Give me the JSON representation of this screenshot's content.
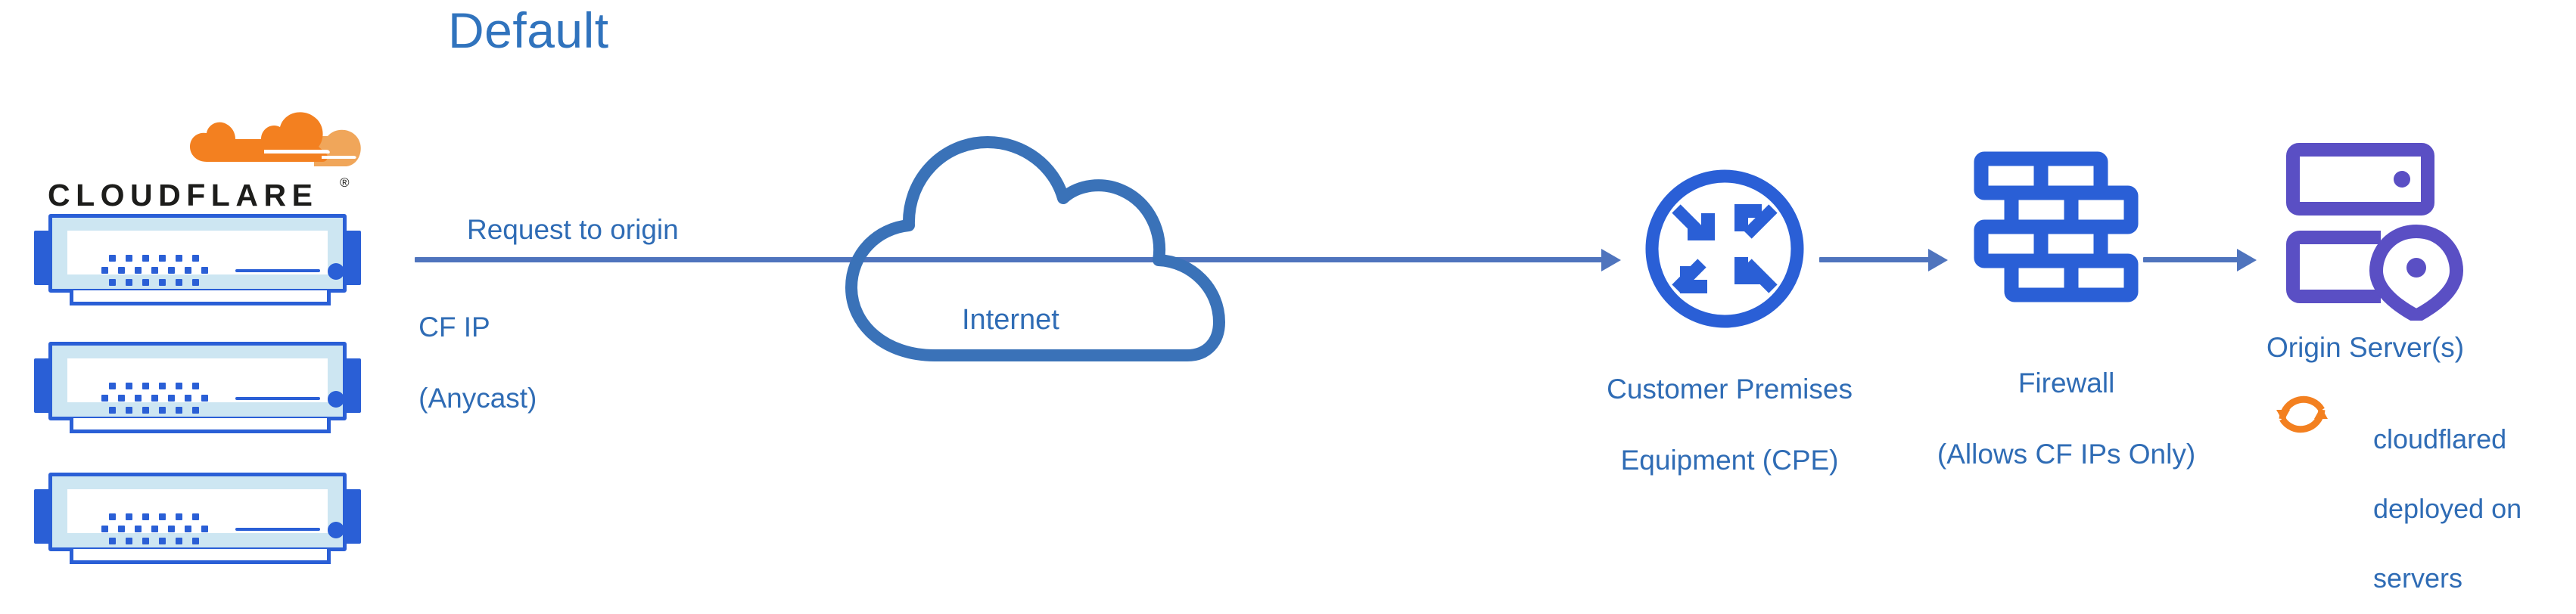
{
  "title": "Default",
  "colors": {
    "heading_blue": "#3073bd",
    "label_blue": "#2f6cb5",
    "flow_blue": "#4f74bd",
    "icon_blue": "#2a5fd6",
    "cloud_outline_blue": "#3a72b8",
    "origin_purple": "#5a4fc4",
    "cloudflare_orange": "#f38020",
    "cloudflare_orange_light": "#f0a65a",
    "wordmark_black": "#1d1d1b",
    "rack_fill": "#cde6f2",
    "background": "#ffffff"
  },
  "brand": {
    "wordmark": "CLOUDFLARE",
    "registered_mark": "®",
    "logo_icon": "cloudflare-cloud-logo"
  },
  "flow": {
    "request_label": "Request to origin",
    "cf_ip_label": "CF IP\n(Anycast)",
    "cf_ip_line1": "CF IP",
    "cf_ip_line2": "(Anycast)"
  },
  "nodes": [
    {
      "id": "cloudflare-edge",
      "icon": "server-rack-icon",
      "label": "",
      "count": 3
    },
    {
      "id": "internet",
      "icon": "cloud-icon",
      "label": "Internet"
    },
    {
      "id": "cpe",
      "icon": "router-icon",
      "label_line1": "Customer Premises",
      "label_line2": "Equipment (CPE)"
    },
    {
      "id": "firewall",
      "icon": "brick-wall-icon",
      "label_line1": "Firewall",
      "label_line2": "(Allows CF IPs Only)"
    },
    {
      "id": "origin",
      "icon": "server-location-pin-icon",
      "label": "Origin Server(s)"
    }
  ],
  "annotations": {
    "cloudflared": {
      "icon": "sync-refresh-icon",
      "line1": "cloudflared",
      "line2": "deployed on",
      "line3": "servers",
      "text": "cloudflared deployed on servers"
    }
  }
}
